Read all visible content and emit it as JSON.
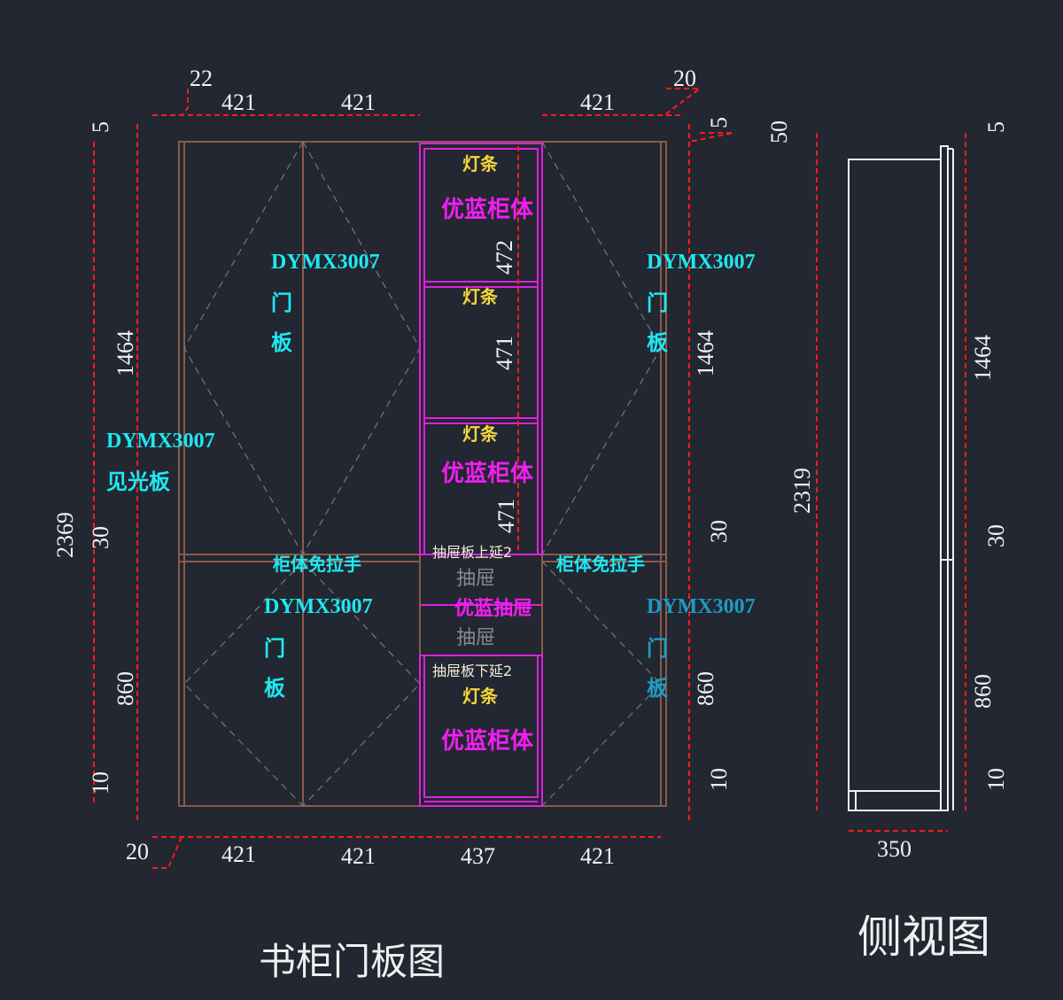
{
  "titles": {
    "front": "书柜门板图",
    "side": "侧视图"
  },
  "top_dims": {
    "left_offset": "22",
    "d1": "421",
    "d2": "421",
    "right_offset": "20",
    "d4": "421",
    "right_small": "5"
  },
  "bottom_dims": {
    "left_offset": "20",
    "d1": "421",
    "d2": "421",
    "d3": "437",
    "d4": "421"
  },
  "left_dims": {
    "top": "5",
    "upper": "1464",
    "rail": "30",
    "lower": "860",
    "bottom": "10",
    "total": "2369"
  },
  "right_dims": {
    "top": "5",
    "upper": "1464",
    "rail": "30",
    "lower": "860",
    "bottom": "10"
  },
  "center_dims": {
    "s1": "472",
    "s2": "471",
    "s3": "471"
  },
  "side_dims": {
    "top": "50",
    "total": "2319",
    "r_top": "5",
    "r_upper": "1464",
    "r_rail": "30",
    "r_lower": "860",
    "r_bottom": "10",
    "depth": "350"
  },
  "labels": {
    "door_code": "DYMX3007",
    "door": "门",
    "board": "板",
    "visible_panel": "见光板",
    "handleless": "柜体免拉手",
    "light_strip": "灯条",
    "cabinet_body": "优蓝柜体",
    "drawer": "抽屉",
    "drawer_body": "优蓝抽屉",
    "drawer_up": "抽屉板上延2",
    "drawer_down": "抽屉板下延2"
  },
  "colors": {
    "background": "#222731",
    "dimension": "#ff1a1a",
    "panel": "#8b5a4a",
    "cabinet": "#e01ee0",
    "label": "#1ee8f0"
  }
}
